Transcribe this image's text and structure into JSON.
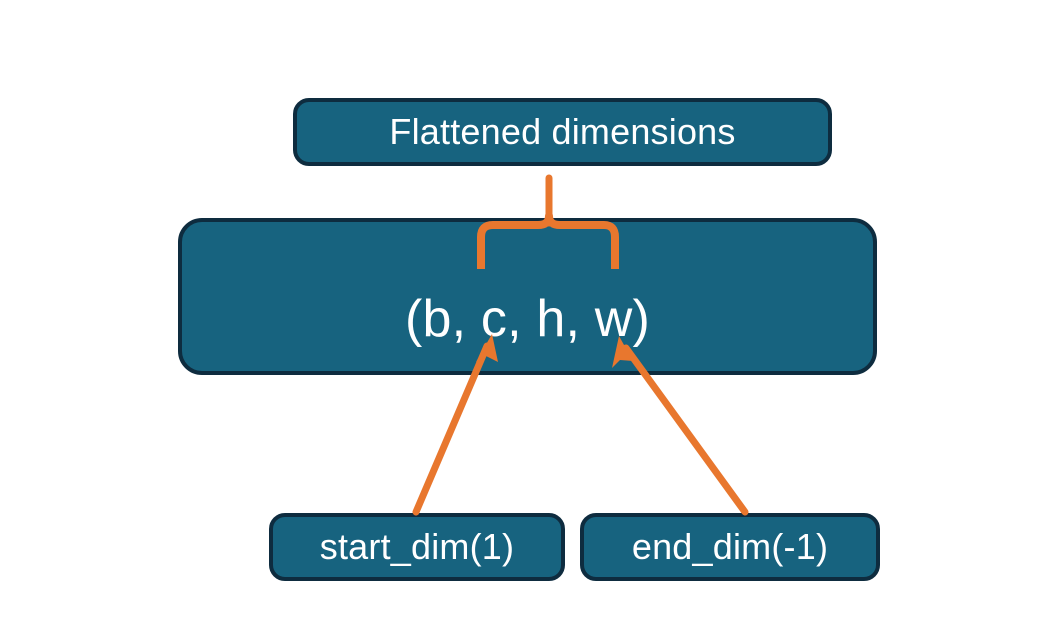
{
  "diagram": {
    "title_node": {
      "label": "Flattened dimensions"
    },
    "shape_node": {
      "label": "(b, c, h, w)"
    },
    "start_node": {
      "label": "start_dim(1)"
    },
    "end_node": {
      "label": "end_dim(-1)"
    },
    "colors": {
      "node_fill": "#17637f",
      "node_border": "#0e2c3f",
      "node_text": "#ffffff",
      "connector": "#e8772e",
      "background": "#ffffff"
    },
    "connectors": [
      {
        "name": "brace-over-c-h-w",
        "kind": "curly-brace",
        "from": "shape_node",
        "to": "title_node"
      },
      {
        "name": "arrow-start-dim-to-c",
        "kind": "arrow",
        "from": "start_node",
        "to": "shape_node"
      },
      {
        "name": "arrow-end-dim-to-w",
        "kind": "arrow",
        "from": "end_node",
        "to": "shape_node"
      }
    ]
  }
}
